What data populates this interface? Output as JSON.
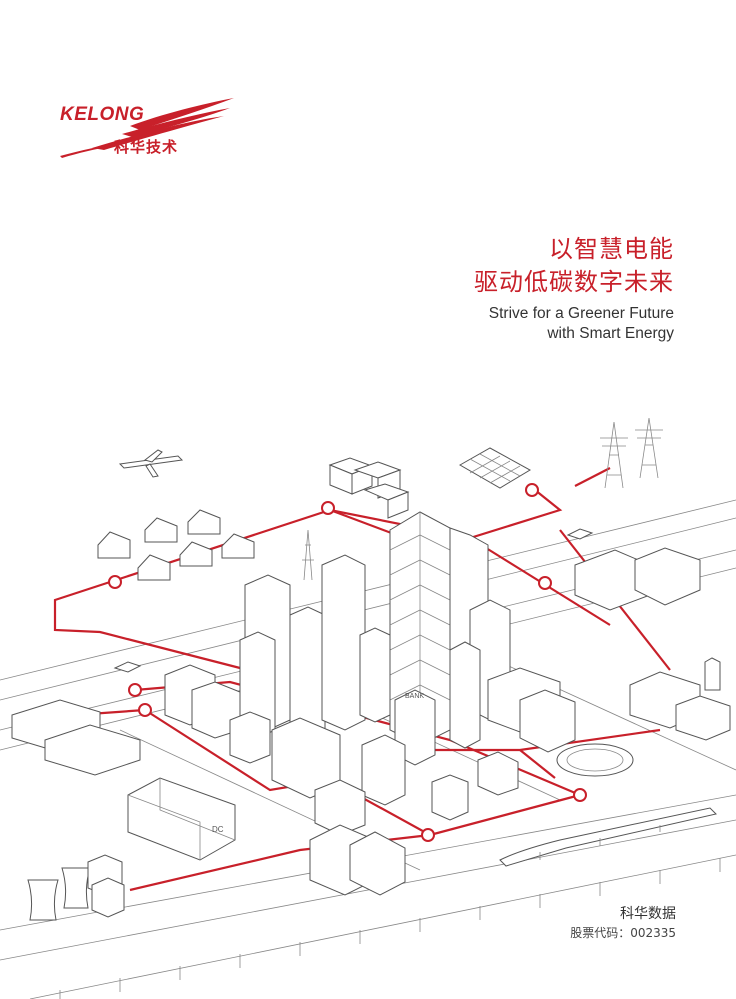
{
  "brand": {
    "name_en": "KELONG",
    "name_cn": "科华技术",
    "accent_color": "#c8202a"
  },
  "headline": {
    "cn_line1": "以智慧电能",
    "cn_line2": "驱动低碳数字未来",
    "en_line1": "Strive for a Greener Future",
    "en_line2": "with Smart Energy"
  },
  "illustration": {
    "bank_sign": "BANK",
    "dc_sign": "DC"
  },
  "footer": {
    "company": "科华数据",
    "stock_code": "股票代码：002335"
  }
}
